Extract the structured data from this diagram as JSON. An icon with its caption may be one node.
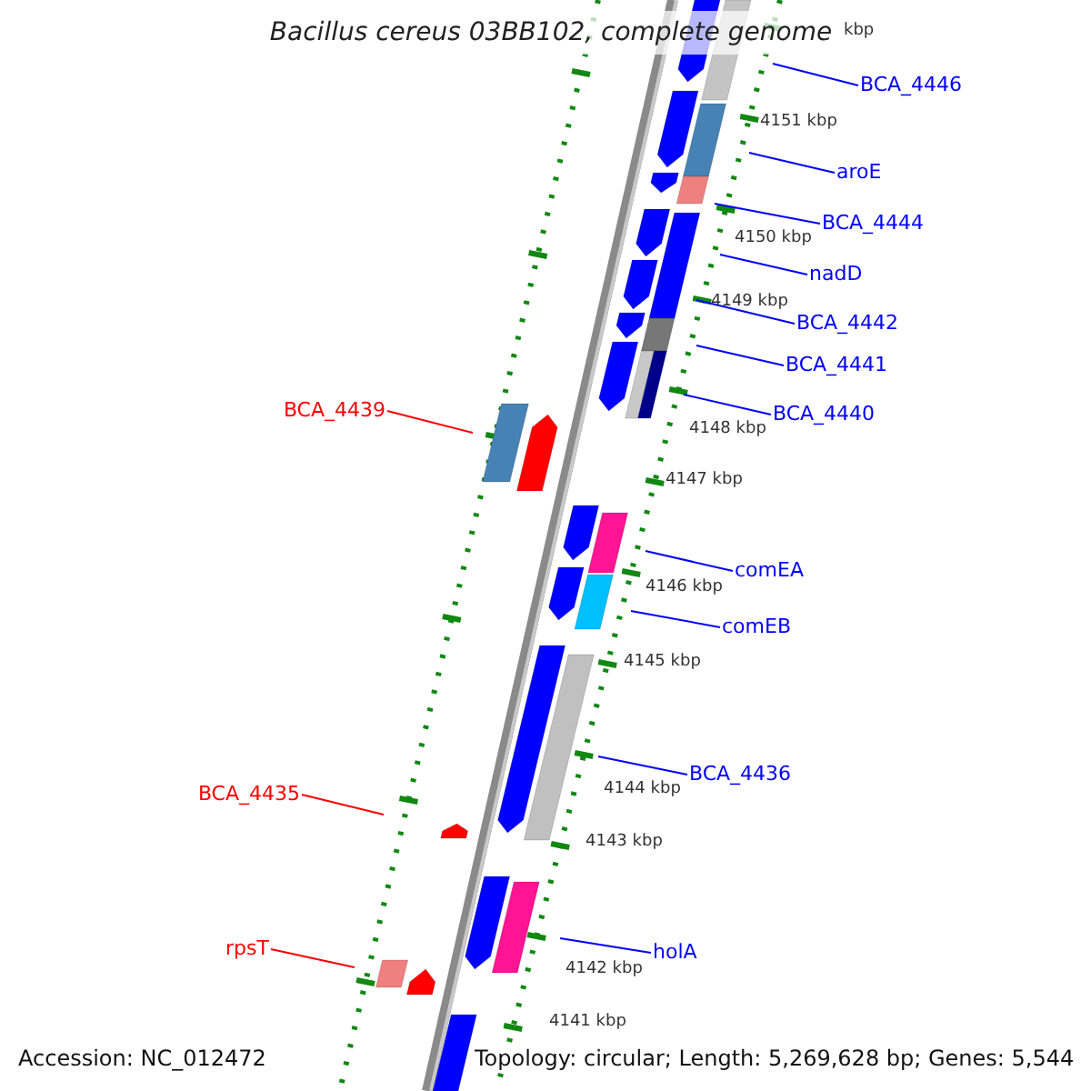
{
  "diagram": {
    "title": "Bacillus cereus 03BB102, complete genome",
    "nodes": [
      {
        "text": [
          "BCA_4446"
        ]
      },
      {
        "text": [
          "aroE"
        ]
      },
      {
        "text": [
          "BCA_4444"
        ]
      },
      {
        "text": [
          "nadD"
        ]
      },
      {
        "text": [
          "BCA_4442"
        ]
      },
      {
        "text": [
          "BCA_4441"
        ]
      },
      {
        "text": [
          "BCA_4440"
        ]
      },
      {
        "text": [
          "BCA_4439"
        ]
      },
      {
        "text": [
          "comEA"
        ]
      },
      {
        "text": [
          "comEB"
        ]
      },
      {
        "text": [
          "BCA_4436"
        ]
      },
      {
        "text": [
          "BCA_4435"
        ]
      },
      {
        "text": [
          "holA"
        ]
      },
      {
        "text": [
          "rpsT"
        ]
      }
    ],
    "edges": [
      {
        "from": 0,
        "to": null,
        "arrow": "none"
      },
      {
        "from": 1,
        "to": null,
        "arrow": "none"
      },
      {
        "from": 2,
        "to": null,
        "arrow": "none"
      },
      {
        "from": 3,
        "to": null,
        "arrow": "none"
      },
      {
        "from": 4,
        "to": null,
        "arrow": "none"
      },
      {
        "from": 5,
        "to": null,
        "arrow": "none"
      },
      {
        "from": 6,
        "to": null,
        "arrow": "none"
      },
      {
        "from": 7,
        "to": null,
        "arrow": "none",
        "color": "#ff0000"
      },
      {
        "from": 8,
        "to": null,
        "arrow": "none"
      },
      {
        "from": 9,
        "to": null,
        "arrow": "none"
      },
      {
        "from": 10,
        "to": null,
        "arrow": "none"
      },
      {
        "from": 11,
        "to": null,
        "arrow": "none",
        "color": "#ff0000"
      },
      {
        "from": 12,
        "to": null,
        "arrow": "none"
      },
      {
        "from": 13,
        "to": null,
        "arrow": "none",
        "color": "#ff0000"
      }
    ],
    "labels": [
      "kbp",
      "4151 kbp",
      "4150 kbp",
      "4149 kbp",
      "4148 kbp",
      "4147 kbp",
      "4146 kbp",
      "4145 kbp",
      "4144 kbp",
      "4143 kbp",
      "4142 kbp",
      "4141 kbp",
      "Accession: NC_012472",
      "Topology: circular; Length: 5,269,628 bp; Genes: 5,544"
    ]
  }
}
